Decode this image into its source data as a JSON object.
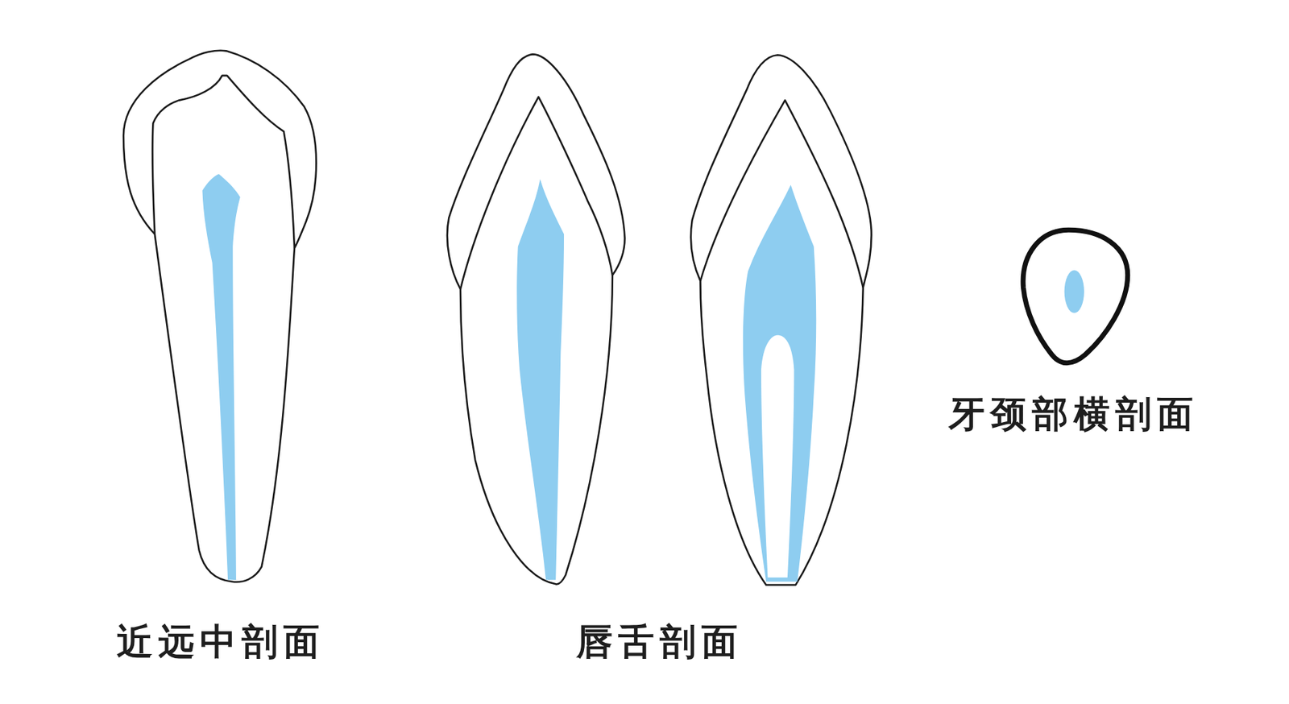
{
  "diagram": {
    "labels": [
      "近远中剖面",
      "唇舌剖面",
      "牙颈部横剖面"
    ]
  }
}
